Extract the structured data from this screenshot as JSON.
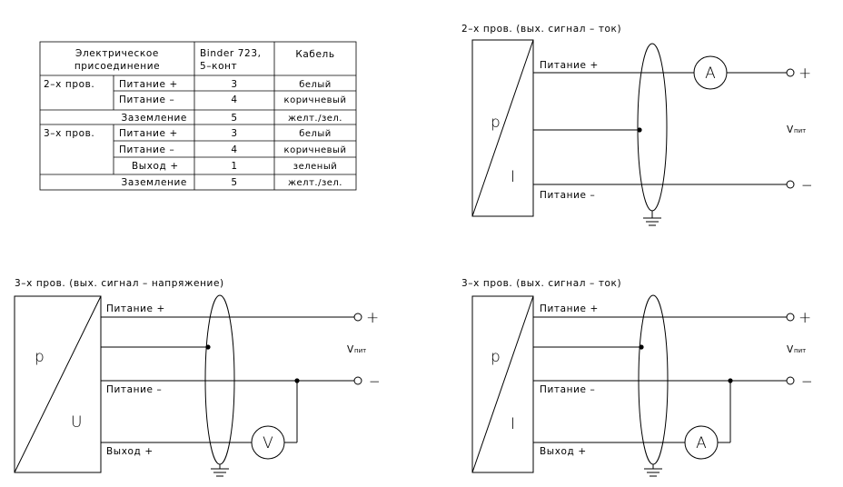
{
  "table": {
    "header": {
      "connection": [
        "Электрическое",
        "присоединение"
      ],
      "binder": [
        "Binder 723,",
        "5–конт"
      ],
      "cable": "Кабель"
    },
    "rows": [
      {
        "group": "2–х пров.",
        "signal": "Питание +",
        "pin": "3",
        "color": "белый"
      },
      {
        "group": "",
        "signal": "Питание –",
        "pin": "4",
        "color": "коричневый"
      },
      {
        "group": "",
        "signal": "Заземление",
        "pin": "5",
        "color": "желт./зел."
      },
      {
        "group": "3–х пров.",
        "signal": "Питание +",
        "pin": "3",
        "color": "белый"
      },
      {
        "group": "",
        "signal": "Питание –",
        "pin": "4",
        "color": "коричневый"
      },
      {
        "group": "",
        "signal": "Выход +",
        "pin": "1",
        "color": "зеленый"
      },
      {
        "group": "",
        "signal": "Заземление",
        "pin": "5",
        "color": "желт./зел."
      }
    ]
  },
  "diagrams": [
    {
      "title": "2–х пров. (вых. сигнал – ток)",
      "sensor_top": "p",
      "sensor_bottom": "I",
      "labels": [
        "Питание +",
        "Питание –"
      ],
      "meter": "A",
      "plus": "+",
      "minus": "—",
      "supply": "V",
      "supply_sub": "пит"
    },
    {
      "title": "3–х пров. (вых. сигнал – напряжение)",
      "sensor_top": "p",
      "sensor_bottom": "U",
      "labels": [
        "Питание +",
        "Питание –",
        "Выход +"
      ],
      "meter": "V",
      "plus": "+",
      "minus": "—",
      "supply": "V",
      "supply_sub": "пит"
    },
    {
      "title": "3–х пров. (вых. сигнал – ток)",
      "sensor_top": "p",
      "sensor_bottom": "I",
      "labels": [
        "Питание +",
        "Питание –",
        "Выход +"
      ],
      "meter": "A",
      "plus": "+",
      "minus": "—",
      "supply": "V",
      "supply_sub": "пит"
    }
  ]
}
